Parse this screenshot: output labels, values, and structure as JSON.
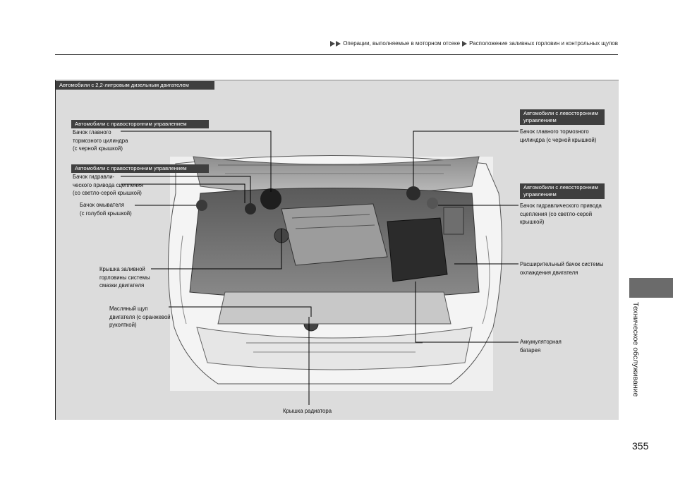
{
  "breadcrumb": {
    "part1": "Операции, выполняемые в моторном отсеке",
    "part2": "Расположение заливных горловин и контрольных щупов"
  },
  "diagram": {
    "title_tag": "Автомобили с 2,2-литровым дизельным двигателем",
    "tags": {
      "rhd1": "Автомобили с правосторонним управлением",
      "rhd2": "Автомобили с правосторонним управлением",
      "lhd1": "Автомобили с левосторонним управлением",
      "lhd2": "Автомобили с левосторонним управлением"
    },
    "labels": {
      "brake_rhd": "Бачок главного\nтормозного цилиндра\n(с черной крышкой)",
      "clutch_rhd": "Бачок гидравли-\nческого привода сцепления\n(со светло-серой крышкой)",
      "washer": "Бачок омывателя\n(с голубой крышкой)",
      "oil_cap": "Крышка заливной\nгорловины системы\nсмазки двигателя",
      "dipstick": "Масляный щуп\nдвигателя (с оранжевой\nрукояткой)",
      "radiator": "Крышка радиатора",
      "brake_lhd": "Бачок главного тормозного\nцилиндра (с черной крышкой)",
      "clutch_lhd": "Бачок гидравлического привода\nсцепления (со светло-серой\nкрышкой)",
      "expansion": "Расширительный бачок системы\nохлаждения двигателя",
      "battery": "Аккумуляторная\nбатарея"
    }
  },
  "side_tab_text": "Техническое обслуживание",
  "page_number": "355"
}
